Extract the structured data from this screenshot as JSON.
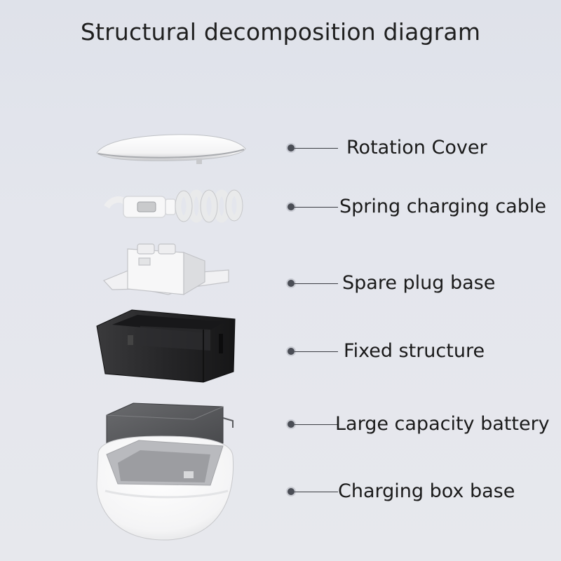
{
  "title": "Structural decomposition diagram",
  "components": [
    {
      "label": "Rotation Cover"
    },
    {
      "label": "Spring charging cable"
    },
    {
      "label": "Spare plug base"
    },
    {
      "label": "Fixed structure"
    },
    {
      "label": "Large capacity battery"
    },
    {
      "label": "Charging box base"
    }
  ]
}
